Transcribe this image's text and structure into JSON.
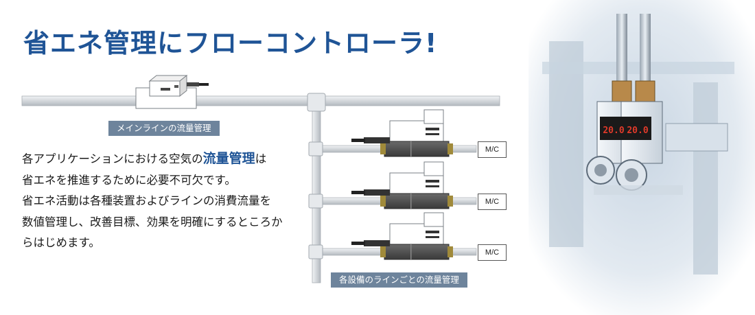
{
  "title": "省エネ管理にフローコントローラ!",
  "captions": {
    "main_line": "メインラインの流量管理",
    "branch_lines": "各設備のラインごとの流量管理"
  },
  "mc_label": "M/C",
  "display_reading": "20.0",
  "body": {
    "line1_before": "各アプリケーションにおける空気の",
    "line1_highlight": "流量管理",
    "line1_after": "は",
    "line2": "省エネを推進するために必要不可欠です。",
    "line3": "省エネ活動は各種装置およびラインの消費流量を",
    "line4": "数値管理し、改善目標、効果を明確にするところか",
    "line5": "らはじめます。"
  },
  "colors": {
    "title": "#1f5496",
    "caption_bg": "#6e849c",
    "highlight": "#1f5496",
    "pipe": "#d4d8dc",
    "display": "#e03a2a"
  }
}
